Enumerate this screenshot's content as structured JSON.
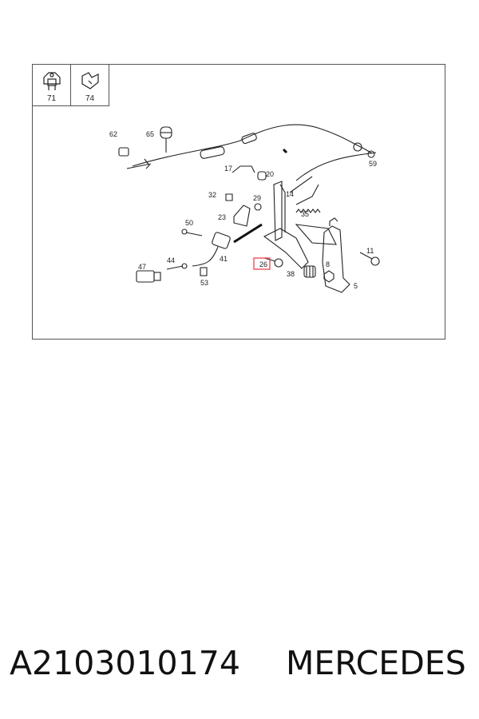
{
  "thumbnails": [
    "71",
    "74"
  ],
  "callouts": {
    "c62": "62",
    "c65": "65",
    "c59": "59",
    "c17": "17",
    "c20": "20",
    "c14": "14",
    "c32": "32",
    "c29": "29",
    "c23": "23",
    "c35": "35",
    "c50": "50",
    "c41": "41",
    "c11": "11",
    "c26": "26",
    "c47": "47",
    "c44": "44",
    "c8": "8",
    "c38": "38",
    "c53": "53",
    "c5": "5"
  },
  "highlight_color": "#e8454e",
  "footer": {
    "part_number": "A2103010174",
    "brand": "MERCEDES"
  }
}
